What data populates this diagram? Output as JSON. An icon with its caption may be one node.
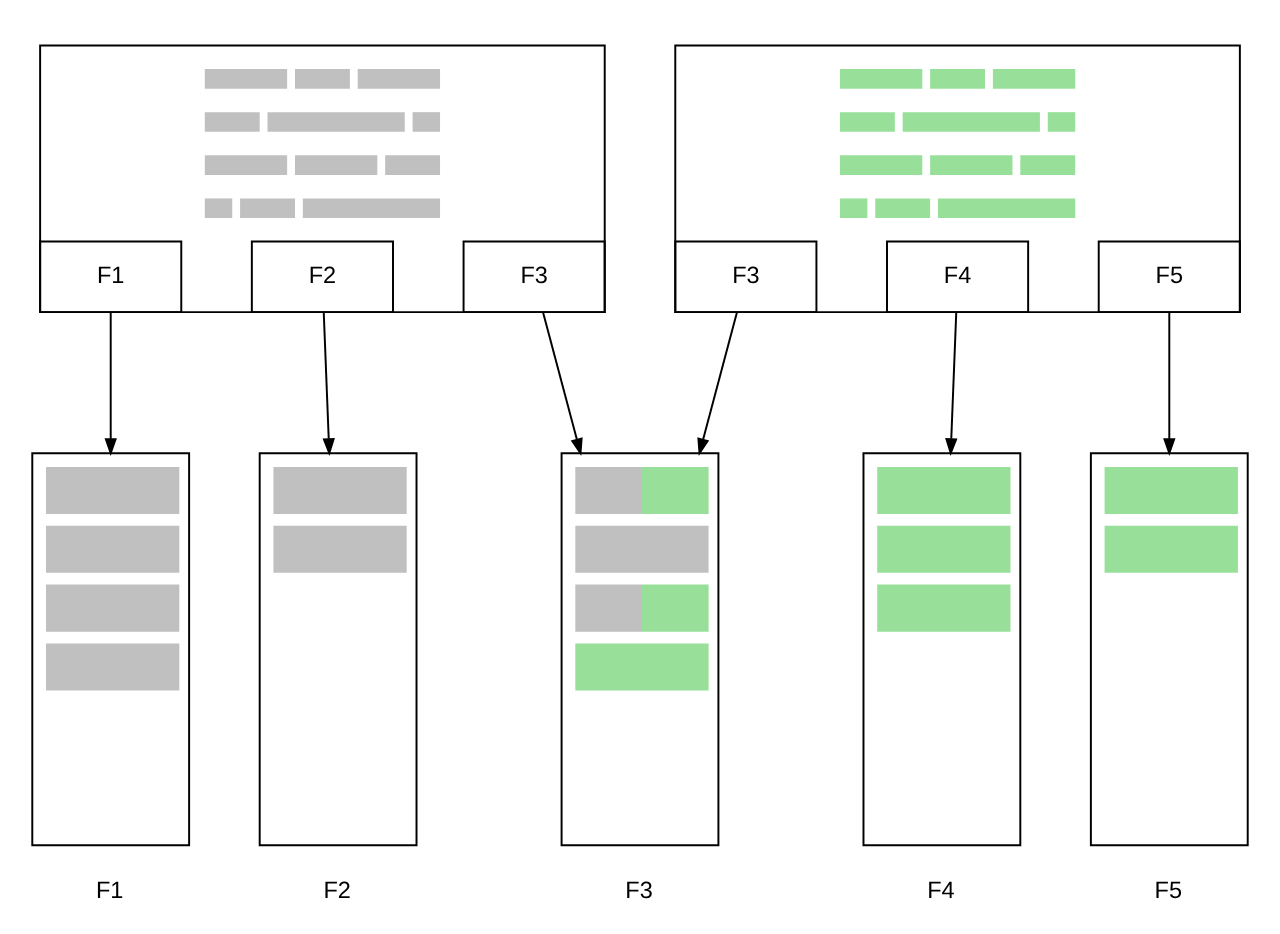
{
  "diagram": {
    "nodes": [
      {
        "text": [],
        "shape": "box"
      },
      {
        "text": [
          "F1"
        ],
        "in": 0
      },
      {
        "text": [
          "F2"
        ],
        "in": 0
      },
      {
        "text": [
          "F3"
        ],
        "in": 0
      },
      {
        "text": [],
        "shape": "box"
      },
      {
        "text": [
          "F3"
        ],
        "in": 4
      },
      {
        "text": [
          "F4"
        ],
        "in": 4
      },
      {
        "text": [
          "F5"
        ],
        "in": 4
      },
      {
        "text": [],
        "shape": "box",
        "beside": [
          "F1"
        ]
      },
      {
        "text": [],
        "shape": "box",
        "beside": [
          "F2"
        ]
      },
      {
        "text": [],
        "shape": "box",
        "beside": [
          "F3"
        ]
      },
      {
        "text": [],
        "shape": "box",
        "beside": [
          "F4"
        ]
      },
      {
        "text": [],
        "shape": "box",
        "beside": [
          "F5"
        ]
      }
    ],
    "edges": [
      {
        "from": 1,
        "to": 8,
        "arrow": "to"
      },
      {
        "from": 2,
        "to": 9,
        "arrow": "to"
      },
      {
        "from": 3,
        "to": 10,
        "arrow": "to"
      },
      {
        "from": 5,
        "to": 10,
        "arrow": "to"
      },
      {
        "from": 6,
        "to": 11,
        "arrow": "to"
      },
      {
        "from": 7,
        "to": 12,
        "arrow": "to"
      }
    ]
  }
}
